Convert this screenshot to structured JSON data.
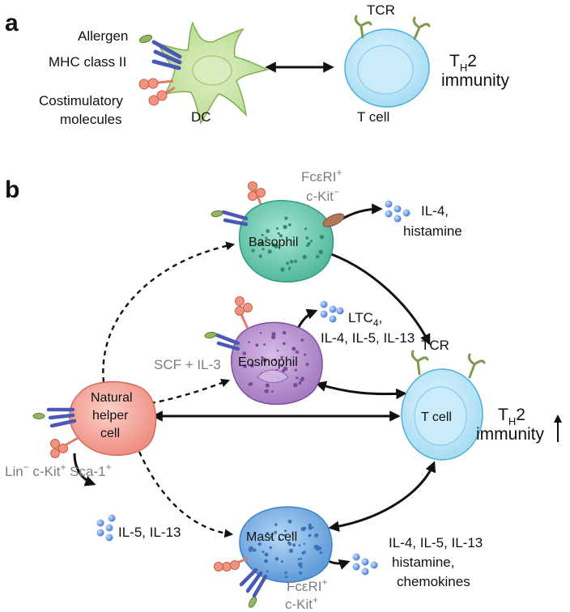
{
  "panel_a": {
    "letter": "a",
    "allergen": "Allergen",
    "mhc": "MHC class II",
    "costim_line1": "Costimulatory",
    "costim_line2": "molecules",
    "dc": "DC",
    "tcr": "TCR",
    "t_cell": "T cell",
    "th2_T": "T",
    "th2_H": "H",
    "th2_2": "2",
    "immunity": "immunity"
  },
  "panel_b": {
    "letter": "b",
    "basophil": "Basophil",
    "basophil_marker_l1": "FcεRI",
    "basophil_marker_l1_sup": "+",
    "basophil_marker_l2": "c-Kit",
    "basophil_marker_l2_sup": "−",
    "basophil_products_l1": "IL-4,",
    "basophil_products_l2": "histamine",
    "eosinophil": "Eosinophil",
    "eosinophil_products_l1_main": "LTC",
    "eosinophil_products_l1_sub": "4",
    "eosinophil_products_l1_end": ",",
    "eosinophil_products_l2": "IL-4, IL-5, IL-13",
    "scf": "SCF + IL-3",
    "nh_l1": "Natural",
    "nh_l2": "helper",
    "nh_l3": "cell",
    "lineage_lin": "Lin",
    "lineage_lin_sup": "−",
    "lineage_kit": " c-Kit",
    "lineage_kit_sup": "+",
    "lineage_sca": " Sca-1",
    "lineage_sca_sup": "+",
    "nh_products": "IL-5, IL-13",
    "tcr": "TCR",
    "t_cell": "T cell",
    "th2_T": "T",
    "th2_H": "H",
    "th2_2": "2",
    "immunity": "immunity",
    "mast": "Mast cell",
    "mast_marker_l1": "FcεRI",
    "mast_marker_l1_sup": "+",
    "mast_marker_l2": "c-Kit",
    "mast_marker_l2_sup": "+",
    "mast_products_l1": "IL-4, IL-5, IL-13",
    "mast_products_l2": "histamine,",
    "mast_products_l3": "chemokines"
  },
  "colors": {
    "dc_fill": "#c6e3a2",
    "tcell_fill": "#bfe6f7",
    "basophil_fill": "#74cdb5",
    "eosinophil_fill": "#b892cf",
    "natural_helper_fill": "#f6a79c",
    "mast_fill": "#7fb6e6",
    "granule_blue": "#5b8fe0",
    "receptor_salmon": "#f1937e",
    "mhc_blue": "#4b59b6",
    "allergen_green": "#93b760",
    "tcr_green": "#7f9a4d"
  }
}
